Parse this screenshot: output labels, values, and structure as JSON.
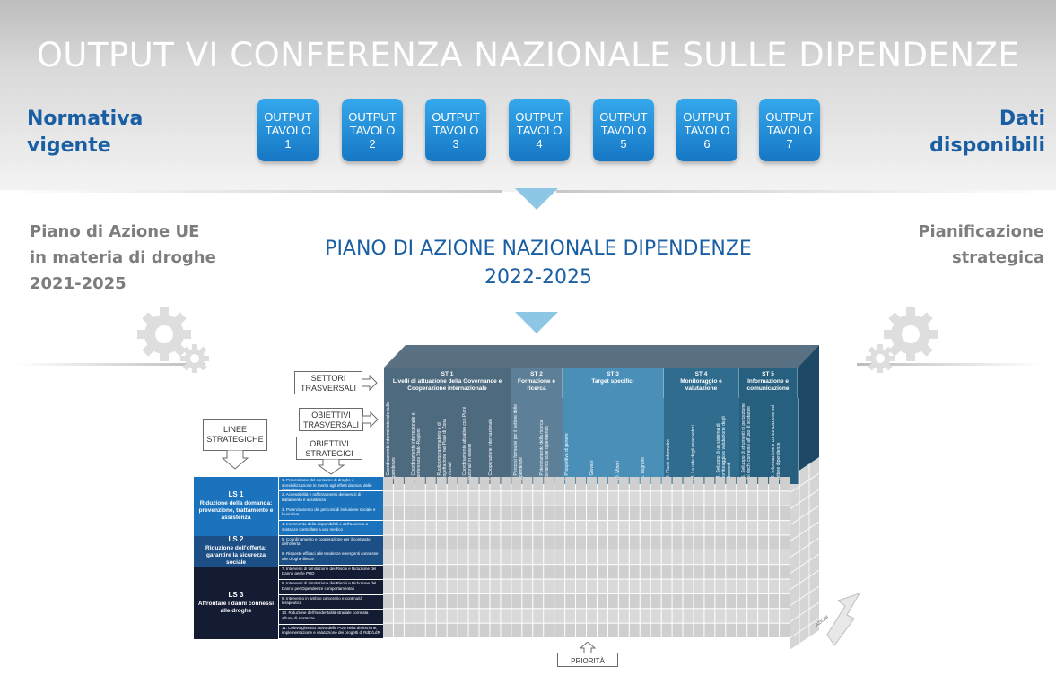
{
  "header": {
    "title": "OUTPUT VI CONFERENZA NAZIONALE SULLE DIPENDENZE",
    "left_label": [
      "Normativa",
      "vigente"
    ],
    "right_label": [
      "Dati",
      "disponibili"
    ],
    "tiles": [
      {
        "line1": "OUTPUT",
        "line2": "TAVOLO",
        "num": "1"
      },
      {
        "line1": "OUTPUT",
        "line2": "TAVOLO",
        "num": "2"
      },
      {
        "line1": "OUTPUT",
        "line2": "TAVOLO",
        "num": "3"
      },
      {
        "line1": "OUTPUT",
        "line2": "TAVOLO",
        "num": "4"
      },
      {
        "line1": "OUTPUT",
        "line2": "TAVOLO",
        "num": "5"
      },
      {
        "line1": "OUTPUT",
        "line2": "TAVOLO",
        "num": "6"
      },
      {
        "line1": "OUTPUT",
        "line2": "TAVOLO",
        "num": "7"
      }
    ]
  },
  "middle": {
    "left_text": [
      "Piano di Azione UE",
      "in materia di droghe",
      "2021-2025"
    ],
    "right_text": [
      "Pianificazione",
      "strategica"
    ],
    "title": [
      "PIANO DI AZIONE NAZIONALE DIPENDENZE",
      "2022-2025"
    ]
  },
  "matrix": {
    "label_settori": [
      "SETTORI",
      "TRASVERSALI"
    ],
    "label_obiettivi_trasv": [
      "OBIETTIVI",
      "TRASVERSALI"
    ],
    "label_linee": [
      "LINEE",
      "STRATEGICHE"
    ],
    "label_obiettivi_strat": [
      "OBIETTIVI",
      "STRATEGICI"
    ],
    "label_priorita": "PRIORITÀ",
    "label_azioni": "AZIONI",
    "st_headers": [
      {
        "code": "ST 1",
        "text": "Livelli di attuazione della Governance e Cooperazione internazionale",
        "color": "#4e6a7f"
      },
      {
        "code": "ST 2",
        "text": "Formazione e ricerca",
        "color": "#5d7f98"
      },
      {
        "code": "ST 3",
        "text": "Target specifici",
        "color": "#4a8fb8"
      },
      {
        "code": "ST 4",
        "text": "Monitoraggio e valutazione",
        "color": "#2f6c8e"
      },
      {
        "code": "ST 5",
        "text": "Informazione e comunicazione",
        "color": "#27607f"
      }
    ],
    "columns": [
      "1. Coordinamento interministeriale sulle dipendenze",
      "2. Coordinamento interregionale e Conferenza Stato-Regioni",
      "3. Ruolo programmatorio e di progettazione nei Piani di Zona territoriali",
      "4. Coordinamento attuativo con Piani nazionali in essere",
      "5. Cooperazione internazionale",
      "6. Percorsi formativi per il settore delle dipendenze",
      "7. Potenziamento della ricerca scientifica sulle dipendenze",
      "8. Prospettiva di genere",
      "9. Giovani",
      "10. Minori",
      "11. Migranti",
      "12. Flussi informativi",
      "13. La rete degli osservatori",
      "14. Sviluppo di un sistema di monitoraggio e valutazione degli interventi",
      "15. Sviluppo di strumenti di percezione dei rischi connessi all'uso di sostanze",
      "16. Informazione e comunicazione nel settore dipendenze"
    ],
    "linee": [
      {
        "code": "LS 1",
        "text": "Riduzione della domanda: prevenzione, trattamento e assistenza",
        "color": "#1b73bd"
      },
      {
        "code": "LS 2",
        "text": "Riduzione dell'offerta: garantire la sicurezza sociale",
        "color": "#1c4f86"
      },
      {
        "code": "LS 3",
        "text": "Affrontare i danni connessi alle droghe",
        "color": "#141c34"
      }
    ],
    "obiettivi": [
      "1. Prevenzione del consumo di droghe e sensibilizzazione in merito agli effetti dannosi delle dipendenze",
      "2. Accessibilità e rafforzamento dei servizi di trattamento e assistenza",
      "3. Potenziamento dei percorsi di inclusione sociale e lavorativa",
      "4. Incremento della disponibilità e dell'accesso a sostanze controllate a uso medico",
      "5. Coordinamento e cooperazione per il contrasto dell'offerta",
      "6. Risposte efficaci alle tendenze emergenti connesse alle droghe illecite",
      "7. Interventi di Limitazione dei Rischi e Riduzione del Danno per le PUD",
      "8. Interventi di Limitazione dei Rischi e Riduzione del Danno per Dipendenze comportamentali",
      "9. Intervento in ambito carcerario e continuità terapeutica",
      "10. Riduzione dell'incidentalità stradale correlata all'uso di sostanze",
      "11. Coinvolgimento attivo delle PUD nella definizione, implementazione e valutazione dei progetti di RdD/LdR"
    ]
  }
}
